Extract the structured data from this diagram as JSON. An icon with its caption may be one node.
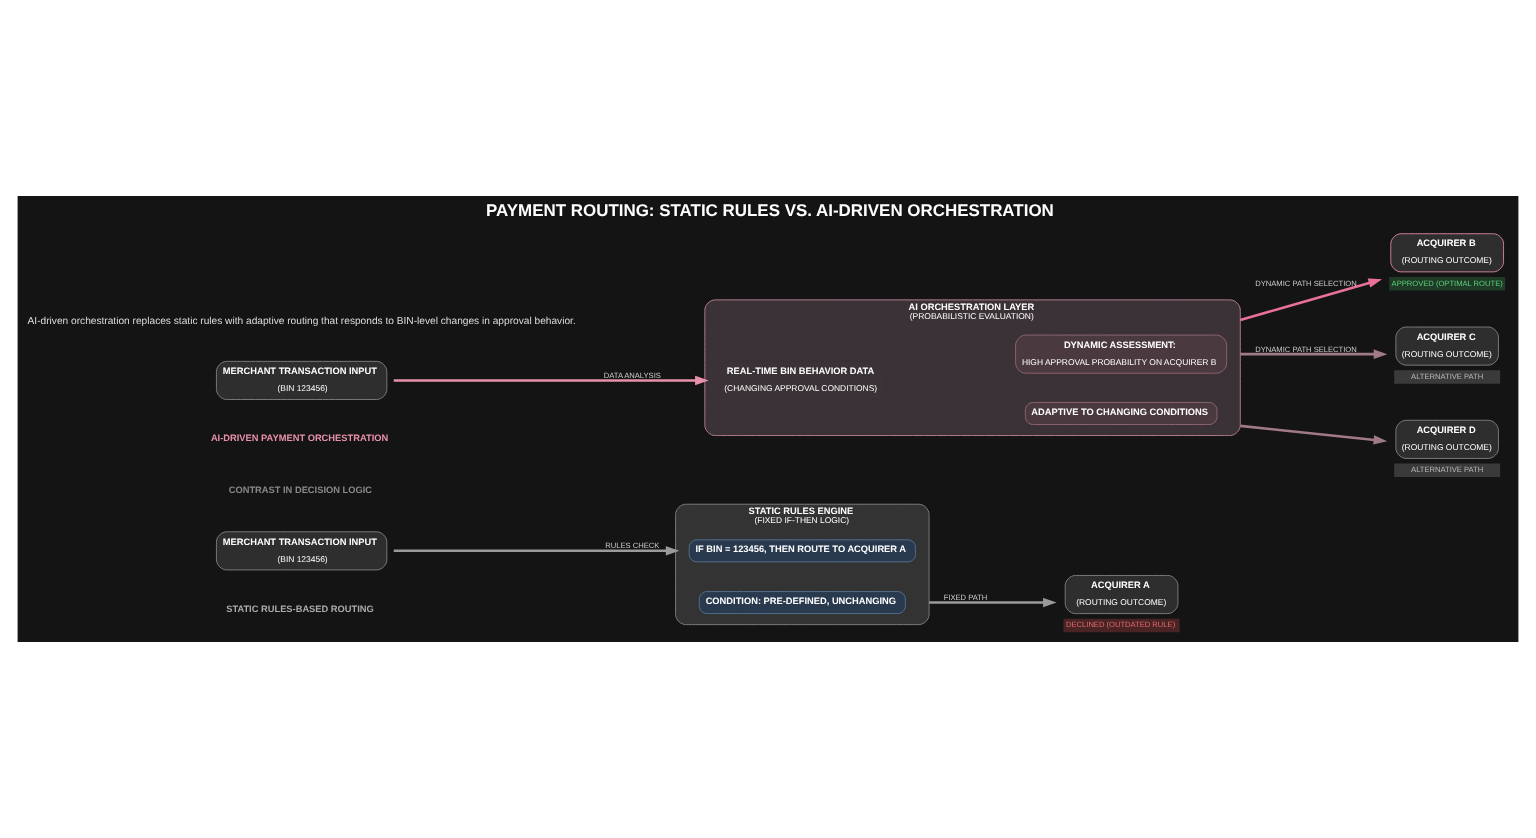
{
  "diagram": {
    "title": "PAYMENT ROUTING: STATIC RULES VS. AI-DRIVEN ORCHESTRATION",
    "caption": "AI-driven orchestration replaces static rules with adaptive routing that responds to BIN-level changes in approval behavior.",
    "nodes": [
      {
        "text": [
          "MERCHANT TRANSACTION INPUT",
          "(BIN 123456)"
        ]
      },
      {
        "text": [
          "STATIC RULES ENGINE",
          "(FIXED IF-THEN LOGIC)"
        ]
      },
      {
        "text": [
          "IF BIN = 123456, THEN ROUTE TO ACQUIRER A"
        ],
        "in": 1
      },
      {
        "text": [
          "CONDITION: PRE-DEFINED, UNCHANGING"
        ],
        "in": 1
      },
      {
        "text": [
          "ACQUIRER A",
          "(ROUTING OUTCOME)"
        ],
        "beside": [
          "DECLINED (OUTDATED RULE)"
        ]
      },
      {
        "text": [
          "MERCHANT TRANSACTION INPUT",
          "(BIN 123456)"
        ]
      },
      {
        "text": [
          "AI ORCHESTRATION LAYER",
          "(PROBABILISTIC EVALUATION)"
        ]
      },
      {
        "text": [
          "REAL-TIME BIN BEHAVIOR DATA",
          "(CHANGING APPROVAL CONDITIONS)"
        ],
        "in": 6
      },
      {
        "text": [
          "DYNAMIC ASSESSMENT:",
          "HIGH APPROVAL PROBABILITY ON ACQUIRER B"
        ],
        "in": 6
      },
      {
        "text": [
          "ADAPTIVE TO CHANGING CONDITIONS"
        ],
        "in": 6
      },
      {
        "text": [
          "ACQUIRER B",
          "(ROUTING OUTCOME)"
        ],
        "beside": [
          "APPROVED (OPTIMAL ROUTE)"
        ]
      },
      {
        "text": [
          "ACQUIRER C",
          "(ROUTING OUTCOME)"
        ],
        "beside": [
          "ALTERNATIVE PATH"
        ]
      },
      {
        "text": [
          "ACQUIRER D",
          "(ROUTING OUTCOME)"
        ],
        "beside": [
          "ALTERNATIVE PATH"
        ]
      }
    ],
    "edges": [
      {
        "from": 0,
        "to": 1,
        "arrow": "to",
        "label": "RULES CHECK"
      },
      {
        "from": 1,
        "to": 4,
        "arrow": "to",
        "label": "FIXED PATH"
      },
      {
        "from": 5,
        "to": 6,
        "arrow": "to",
        "label": "DATA ANALYSIS",
        "color": "#e890aa"
      },
      {
        "from": 6,
        "to": 10,
        "arrow": "to",
        "label": "DYNAMIC PATH SELECTION",
        "color": "#e8709a"
      },
      {
        "from": 6,
        "to": 11,
        "arrow": "to",
        "label": "DYNAMIC PATH SELECTION",
        "color": "#a07a88"
      },
      {
        "from": 6,
        "to": 12,
        "arrow": "to",
        "color": "#a07a88"
      }
    ],
    "labels": [
      "STATIC RULES-BASED ROUTING",
      "CONTRAST IN DECISION LOGIC",
      "AI-DRIVEN PAYMENT ORCHESTRATION"
    ]
  }
}
